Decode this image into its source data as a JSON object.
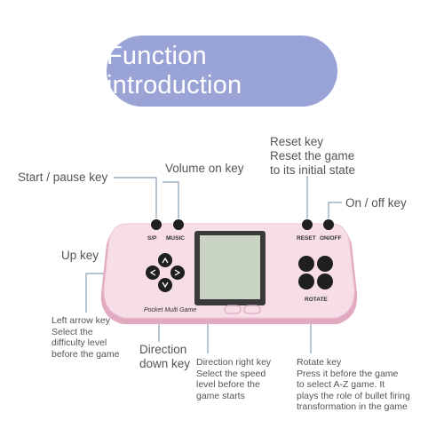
{
  "title": "Function introduction",
  "colors": {
    "title_bg": "#9aa3d6",
    "device_body": "#f7dde8",
    "device_edge": "#e2aac0",
    "screen": "#c9d4c2",
    "buttons": "#1f1f1f",
    "callout_line": "#8aa0b8"
  },
  "labels": {
    "start_pause": "Start / pause key",
    "volume": "Volume on key",
    "reset": "Reset key\nReset the game\nto its initial state",
    "on_off": "On / off key",
    "up": "Up key",
    "left_arrow": "Left arrow key\nSelect the\ndifficulty level\nbefore the game",
    "direction_down": "Direction\ndown key",
    "direction_right": "Direction right key\nSelect the speed\nlevel before the\ngame starts",
    "rotate": "Rotate key\nPress it before the game\nto select A-Z game. It\nplays the role of bullet firing\n transformation in the game"
  },
  "device": {
    "sp_label": "S/P",
    "music_label": "MUSIC",
    "reset_label": "RESET",
    "onoff_label": "ON/OFF",
    "brand": "Pocket Multi Game",
    "rotate_label": "ROTATE"
  }
}
